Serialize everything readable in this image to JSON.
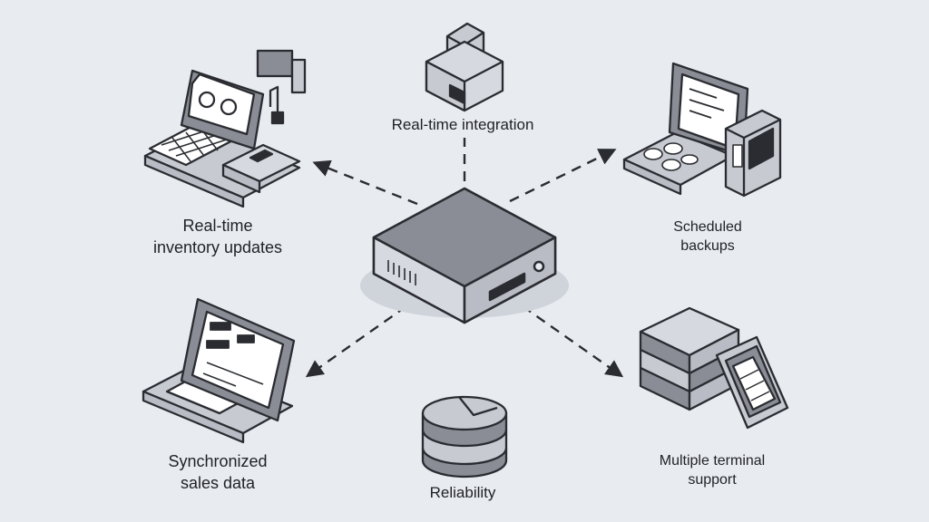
{
  "center": {
    "name": "server-box"
  },
  "nodes": {
    "top": {
      "label": "Real-time integration"
    },
    "top_left": {
      "lines": [
        "Real-time",
        "inventory updates"
      ]
    },
    "top_right": {
      "lines": [
        "Scheduled",
        "backups"
      ]
    },
    "bottom_left": {
      "lines": [
        "Synchronized",
        "sales data"
      ]
    },
    "bottom_right": {
      "lines": [
        "Multiple terminal",
        "support"
      ]
    },
    "bottom": {
      "label": "Reliability"
    }
  },
  "colors": {
    "background": "#e8ebf0",
    "device_fill": "#8a8d96",
    "device_light": "#c7cad1",
    "outline": "#2a2c31",
    "shadow": "#cfd3da"
  }
}
